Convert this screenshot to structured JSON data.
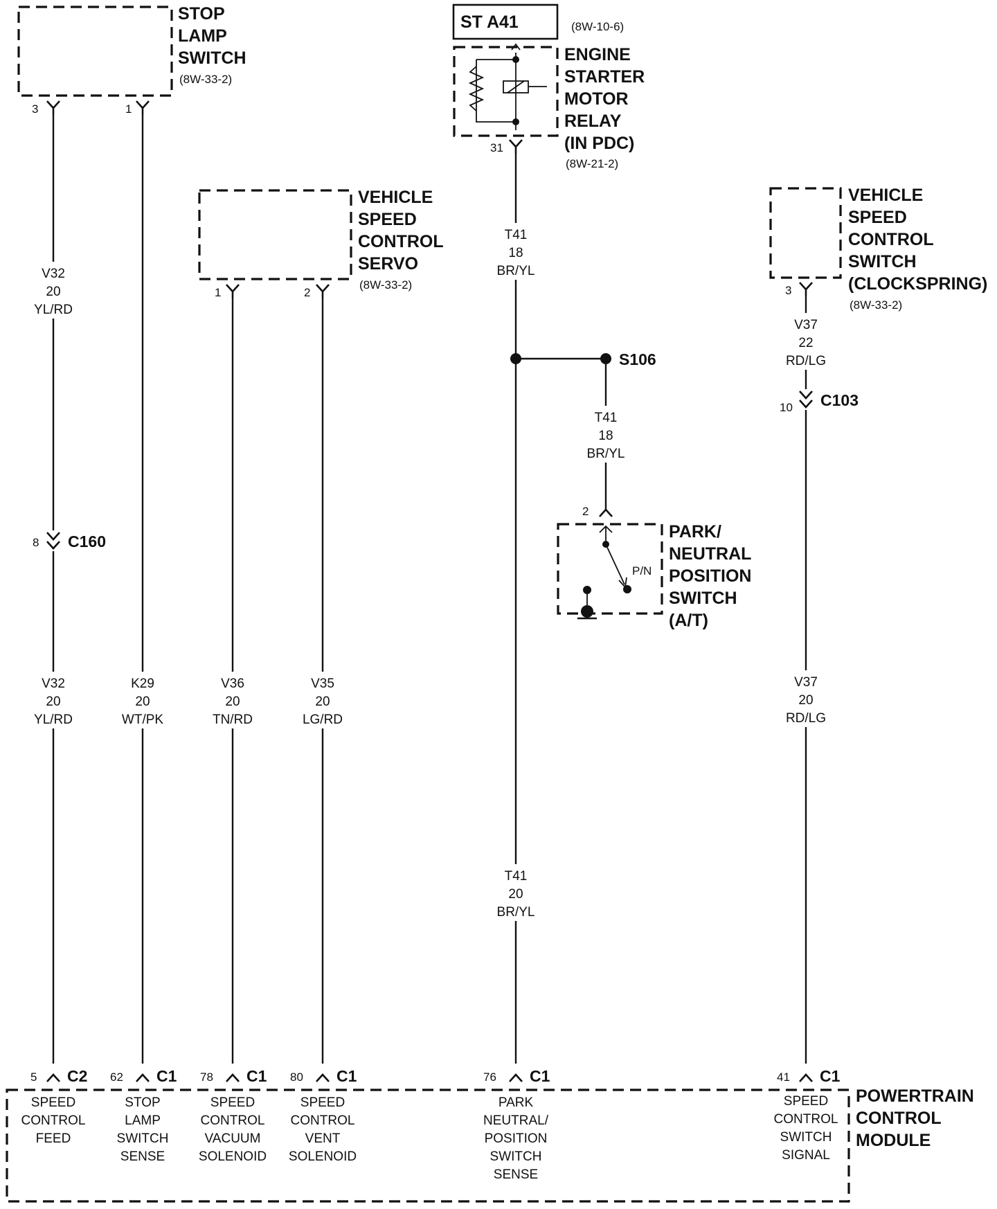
{
  "components": {
    "stop_lamp_switch": {
      "name": [
        "STOP",
        "LAMP",
        "SWITCH"
      ],
      "ref": "(8W-33-2)"
    },
    "starter_relay": {
      "tag": "ST A41",
      "tag_ref": "(8W-10-6)",
      "name": [
        "ENGINE",
        "STARTER",
        "MOTOR",
        "RELAY",
        "(IN PDC)"
      ],
      "ref": "(8W-21-2)"
    },
    "servo": {
      "name": [
        "VEHICLE",
        "SPEED",
        "CONTROL",
        "SERVO"
      ],
      "ref": "(8W-33-2)"
    },
    "speed_switch": {
      "name": [
        "VEHICLE",
        "SPEED",
        "CONTROL",
        "SWITCH",
        "(CLOCKSPRING)"
      ],
      "ref": "(8W-33-2)"
    },
    "pn_switch": {
      "name": [
        "PARK/",
        "NEUTRAL",
        "POSITION",
        "SWITCH",
        "(A/T)"
      ],
      "internal": "P/N"
    },
    "pcm": {
      "name": [
        "POWERTRAIN",
        "CONTROL",
        "MODULE"
      ]
    }
  },
  "splice": "S106",
  "pins": {
    "slsw_3": "3",
    "slsw_1": "1",
    "relay_31": "31",
    "servo_1": "1",
    "servo_2": "2",
    "vscs_3": "3",
    "c160_8": "8",
    "c103_10": "10",
    "pn_2": "2"
  },
  "inline_connectors": {
    "c160": "C160",
    "c103": "C103"
  },
  "wires": {
    "v32_upper": [
      "V32",
      "20",
      "YL/RD"
    ],
    "v32_lower": [
      "V32",
      "20",
      "YL/RD"
    ],
    "k29": [
      "K29",
      "20",
      "WT/PK"
    ],
    "v36": [
      "V36",
      "20",
      "TN/RD"
    ],
    "v35": [
      "V35",
      "20",
      "LG/RD"
    ],
    "t41_upper": [
      "T41",
      "18",
      "BR/YL"
    ],
    "t41_branch": [
      "T41",
      "18",
      "BR/YL"
    ],
    "t41_lower": [
      "T41",
      "20",
      "BR/YL"
    ],
    "v37_upper": [
      "V37",
      "22",
      "RD/LG"
    ],
    "v37_lower": [
      "V37",
      "20",
      "RD/LG"
    ]
  },
  "pcm_terminals": [
    {
      "pin": "5",
      "conn": "C2",
      "label": [
        "SPEED",
        "CONTROL",
        "FEED"
      ]
    },
    {
      "pin": "62",
      "conn": "C1",
      "label": [
        "STOP",
        "LAMP",
        "SWITCH",
        "SENSE"
      ]
    },
    {
      "pin": "78",
      "conn": "C1",
      "label": [
        "SPEED",
        "CONTROL",
        "VACUUM",
        "SOLENOID"
      ]
    },
    {
      "pin": "80",
      "conn": "C1",
      "label": [
        "SPEED",
        "CONTROL",
        "VENT",
        "SOLENOID"
      ]
    },
    {
      "pin": "76",
      "conn": "C1",
      "label": [
        "PARK",
        "NEUTRAL/",
        "POSITION",
        "SWITCH",
        "SENSE"
      ]
    },
    {
      "pin": "41",
      "conn": "C1",
      "label": [
        "SPEED",
        "CONTROL",
        "SWITCH",
        "SIGNAL"
      ]
    }
  ]
}
